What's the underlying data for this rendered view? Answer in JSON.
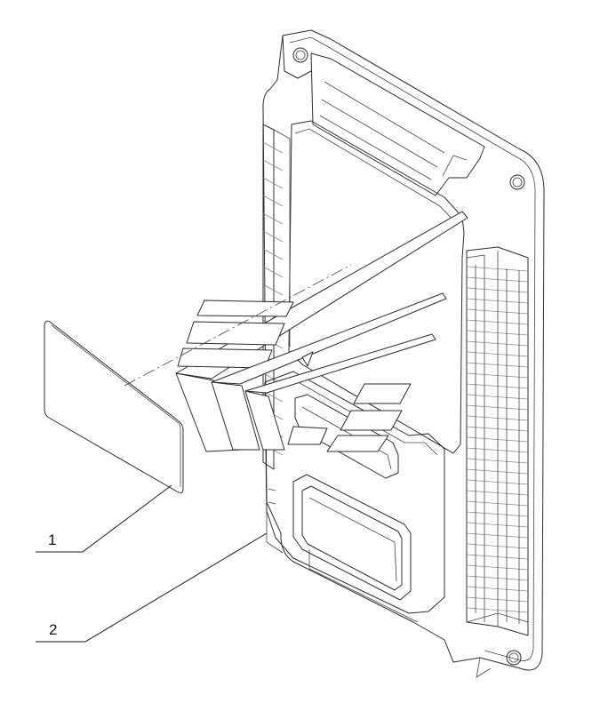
{
  "callouts": [
    {
      "label": "1",
      "part": "label-sticker"
    },
    {
      "label": "2",
      "part": "control-unit"
    }
  ]
}
